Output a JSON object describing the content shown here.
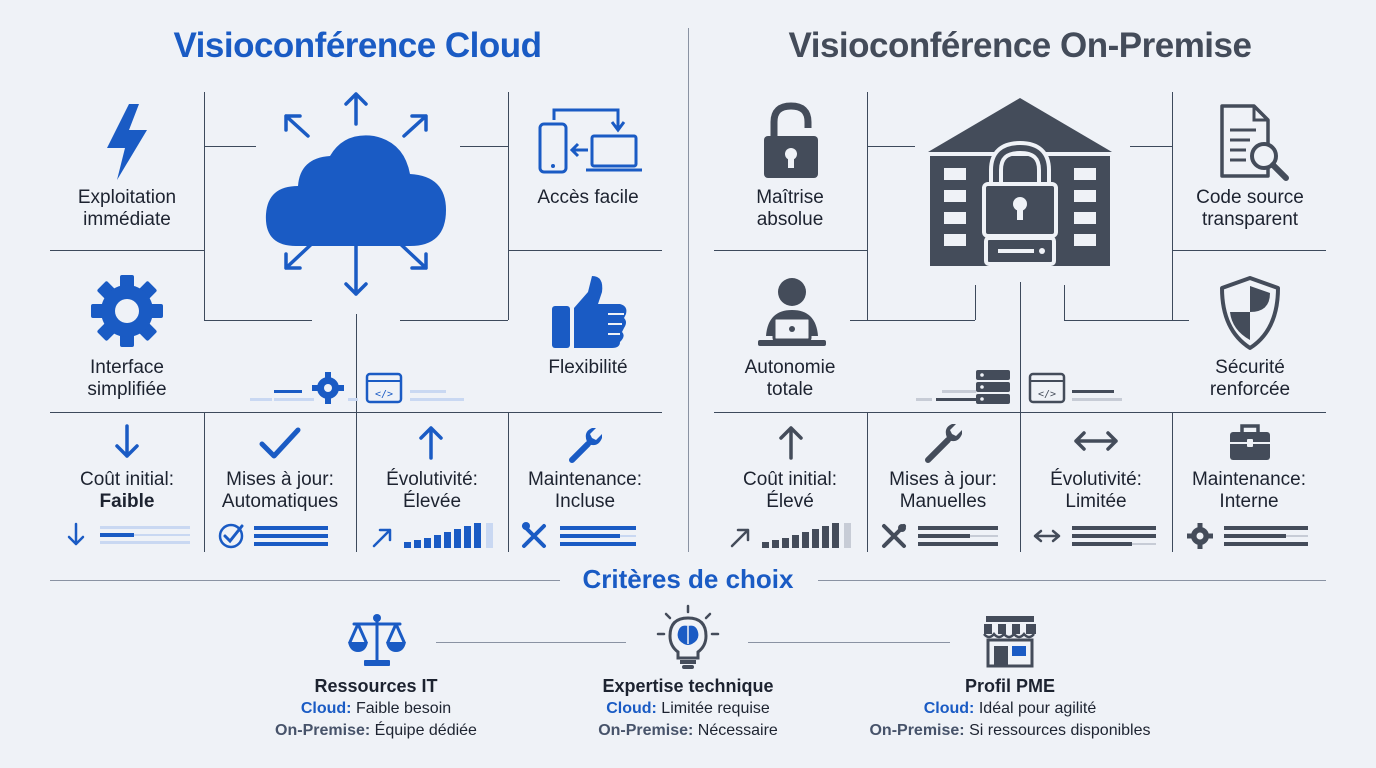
{
  "colors": {
    "blue": "#1a5bc4",
    "slate": "#444c5a",
    "line": "#3d4a5c",
    "pale_blue": "#c9d8f2",
    "pale_grey": "#c7ccd6",
    "background": "#eff2f7"
  },
  "cloud": {
    "title": "Visioconférence Cloud",
    "features": [
      {
        "label": "Exploitation immédiate",
        "icon": "lightning-icon"
      },
      {
        "label": "Accès facile",
        "icon": "devices-sync-icon"
      },
      {
        "label": "Interface simplifiée",
        "icon": "gear-icon"
      },
      {
        "label": "Flexibilité",
        "icon": "thumbs-up-icon"
      }
    ],
    "center_icon": "cloud-arrows-icon",
    "metrics": [
      {
        "label": "Coût initial:",
        "value": "Faible",
        "icon": "arrow-down-icon"
      },
      {
        "label": "Mises à jour:",
        "value": "Automatiques",
        "icon": "check-icon"
      },
      {
        "label": "Évolutivité:",
        "value": "Élevée",
        "icon": "arrow-up-icon"
      },
      {
        "label": "Maintenance:",
        "value": "Incluse",
        "icon": "wrench-icon"
      }
    ]
  },
  "onprem": {
    "title": "Visioconférence On-Premise",
    "features": [
      {
        "label": "Maîtrise absolue",
        "icon": "unlocked-padlock-icon"
      },
      {
        "label": "Code source transparent",
        "icon": "document-search-icon"
      },
      {
        "label": "Autonomie totale",
        "icon": "person-laptop-icon"
      },
      {
        "label": "Sécurité renforcée",
        "icon": "shield-icon"
      }
    ],
    "center_icon": "building-padlock-icon",
    "metrics": [
      {
        "label": "Coût initial:",
        "value": "Élevé",
        "icon": "arrow-up-icon"
      },
      {
        "label": "Mises à jour:",
        "value": "Manuelles",
        "icon": "tools-icon"
      },
      {
        "label": "Évolutivité:",
        "value": "Limitée",
        "icon": "arrows-horizontal-icon"
      },
      {
        "label": "Maintenance:",
        "value": "Interne",
        "icon": "briefcase-icon"
      }
    ]
  },
  "criteria": {
    "heading": "Critères de choix",
    "items": [
      {
        "title": "Ressources IT",
        "icon": "scales-icon",
        "cloud_key": "Cloud:",
        "cloud": "Faible besoin",
        "onprem_key": "On-Premise:",
        "onprem": "Équipe dédiée"
      },
      {
        "title": "Expertise technique",
        "icon": "brain-bulb-icon",
        "cloud_key": "Cloud:",
        "cloud": "Limitée requise",
        "onprem_key": "On-Premise:",
        "onprem": "Nécessaire"
      },
      {
        "title": "Profil PME",
        "icon": "storefront-icon",
        "cloud_key": "Cloud:",
        "cloud": "Idéal pour agilité",
        "onprem_key": "On-Premise:",
        "onprem": "Si ressources disponibles"
      }
    ]
  }
}
